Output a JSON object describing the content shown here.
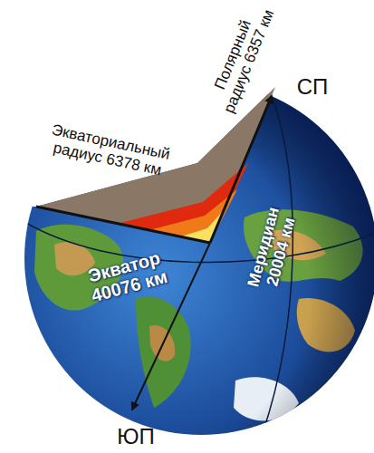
{
  "diagram": {
    "labels": [
      "Полярный радиус 6357 км",
      "Экваториальный радиус 6378 км",
      "СП",
      "Экватор 40076 км",
      "Меридиан 20004 км",
      "ЮП"
    ]
  }
}
